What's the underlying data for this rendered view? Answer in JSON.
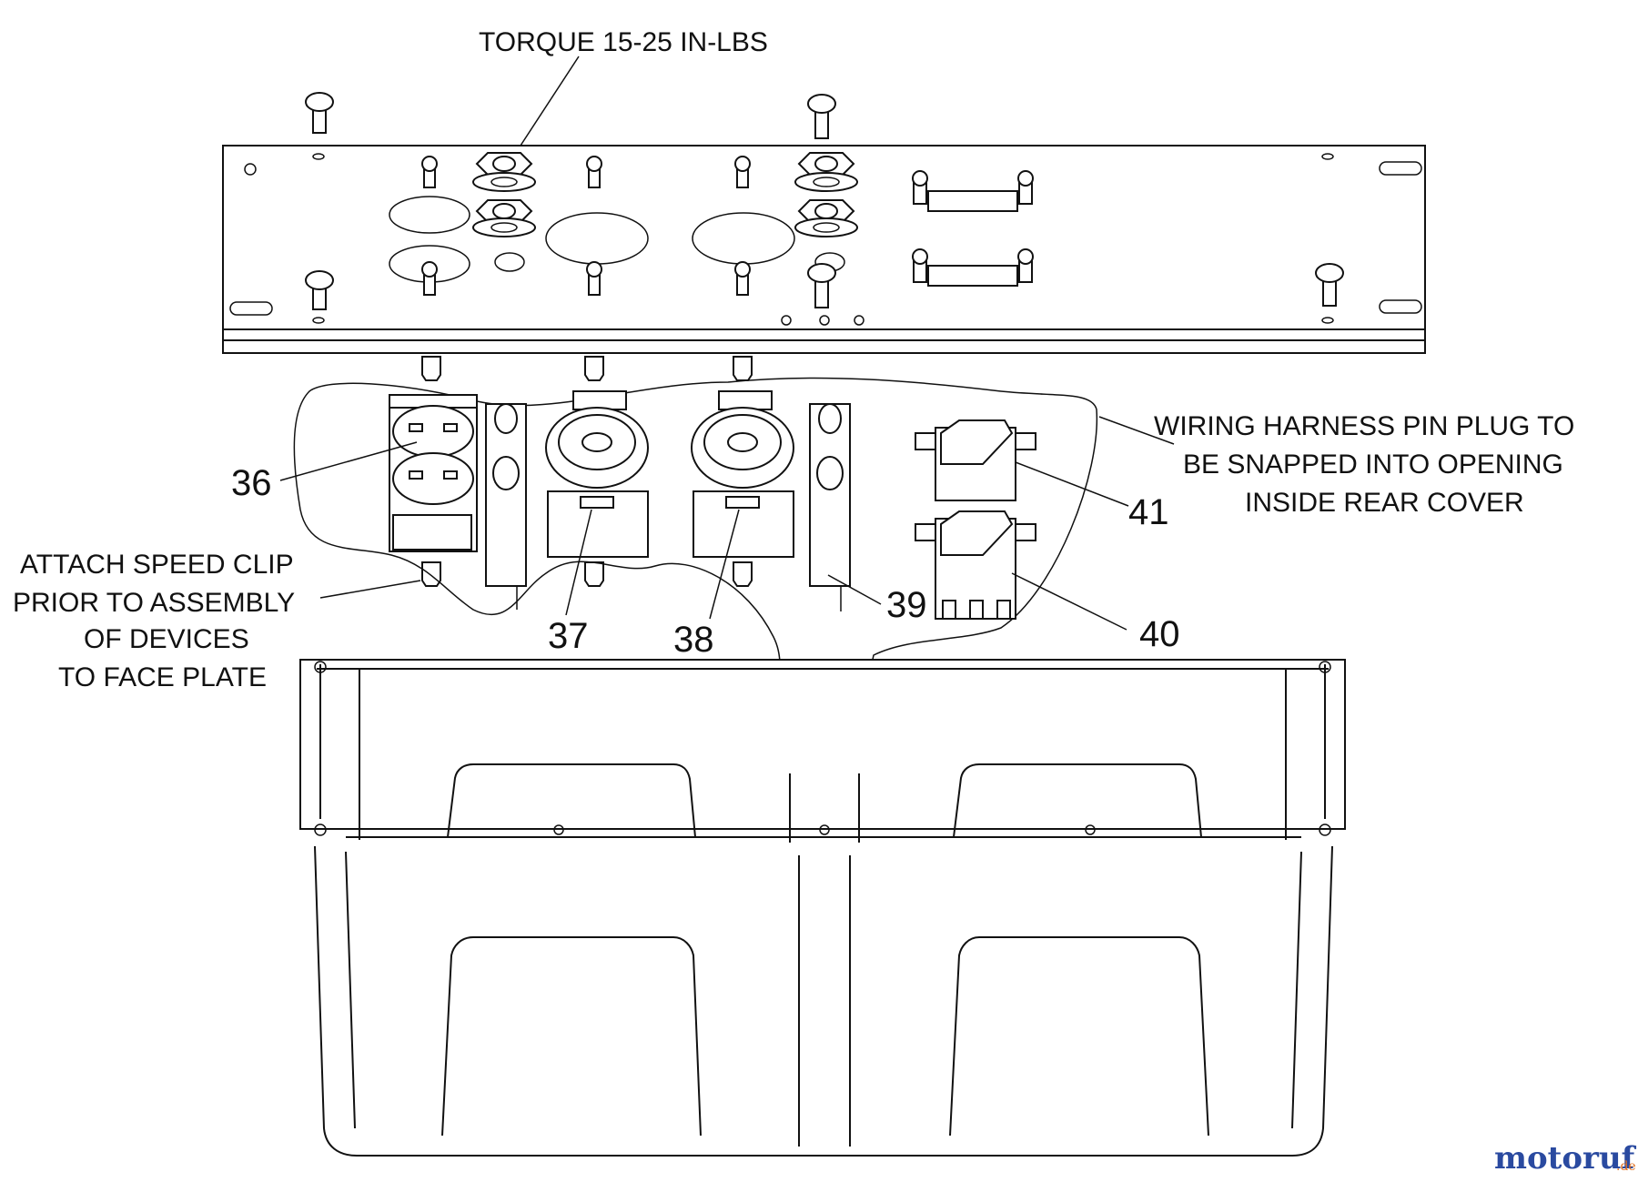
{
  "callouts": {
    "torque": "TORQUE 15-25 IN-LBS",
    "harness_line1": "WIRING HARNESS PIN PLUG TO",
    "harness_line2": "BE SNAPPED INTO OPENING",
    "harness_line3": "INSIDE REAR COVER",
    "speed_clip_line1": "ATTACH SPEED CLIP",
    "speed_clip_line2": "PRIOR TO ASSEMBLY",
    "speed_clip_line3": "OF DEVICES",
    "speed_clip_line4": "TO FACE PLATE"
  },
  "part_numbers": {
    "p36": "36",
    "p37": "37",
    "p38": "38",
    "p39": "39",
    "p40": "40",
    "p41": "41"
  },
  "watermark": {
    "text": "motoruf",
    "suffix": ".de",
    "color": "#2a4aa0",
    "accent": "#e07020"
  }
}
